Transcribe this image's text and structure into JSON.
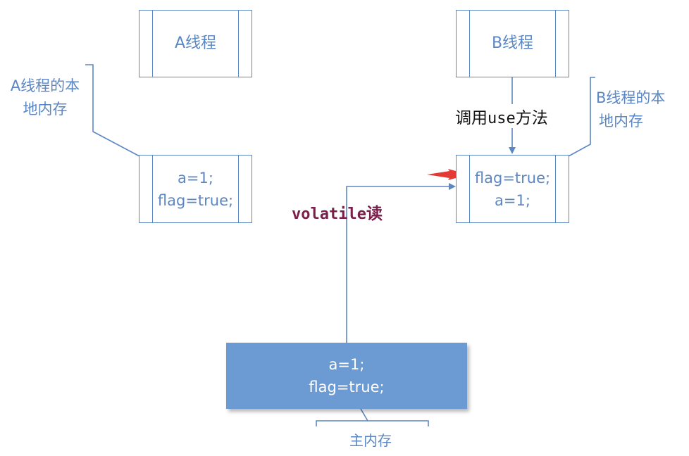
{
  "thread_a": {
    "title": "A线程",
    "local_memory_label_line1": "A线程的本",
    "local_memory_label_line2": "地内存",
    "local_vars_line1": "a=1;",
    "local_vars_line2": "flag=true;"
  },
  "thread_b": {
    "title": "B线程",
    "local_memory_label_line1": "B线程的本",
    "local_memory_label_line2": "地内存",
    "local_vars_line1": "flag=true;",
    "local_vars_line2": "a=1;",
    "call_label_prefix": "调用",
    "call_label_code": "use",
    "call_label_suffix": "方法"
  },
  "volatile_read": {
    "code": "volatile",
    "suffix": "读"
  },
  "main_memory": {
    "vars_line1": "a=1;",
    "vars_line2": "flag=true;",
    "label": "主内存"
  },
  "colors": {
    "line_blue": "#5b87c5",
    "main_fill": "#6b9bd2",
    "highlight_arrow": "#e53935",
    "volatile_text": "#7a1f4a"
  }
}
